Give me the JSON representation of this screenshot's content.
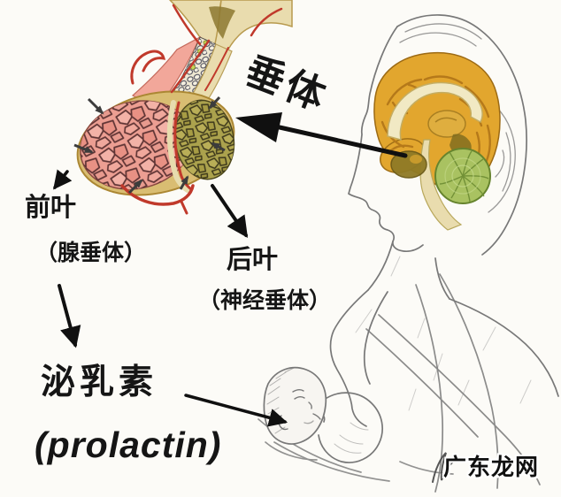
{
  "labels": {
    "pituitary": "垂体",
    "anterior_lobe": "前叶",
    "anterior_lobe_alt": "（腺垂体）",
    "posterior_lobe": "后叶",
    "posterior_lobe_alt": "（神经垂体）",
    "hormone_cn": "泌乳素",
    "hormone_en": "(prolactin)"
  },
  "watermark": {
    "text": "广东龙网"
  },
  "colors": {
    "background": "#fcfbf7",
    "brain_orange": "#e2a62e",
    "cerebellum_green": "#a9c261",
    "anterior_lobe_pink": "#ec9e92",
    "posterior_lobe_olive": "#aba24d",
    "gland_rim_tan": "#d9bd72",
    "bone_cream": "#e9dcae",
    "vessel_red": "#c0392b",
    "sketch_gray": "#787878",
    "label_black": "#151515"
  }
}
